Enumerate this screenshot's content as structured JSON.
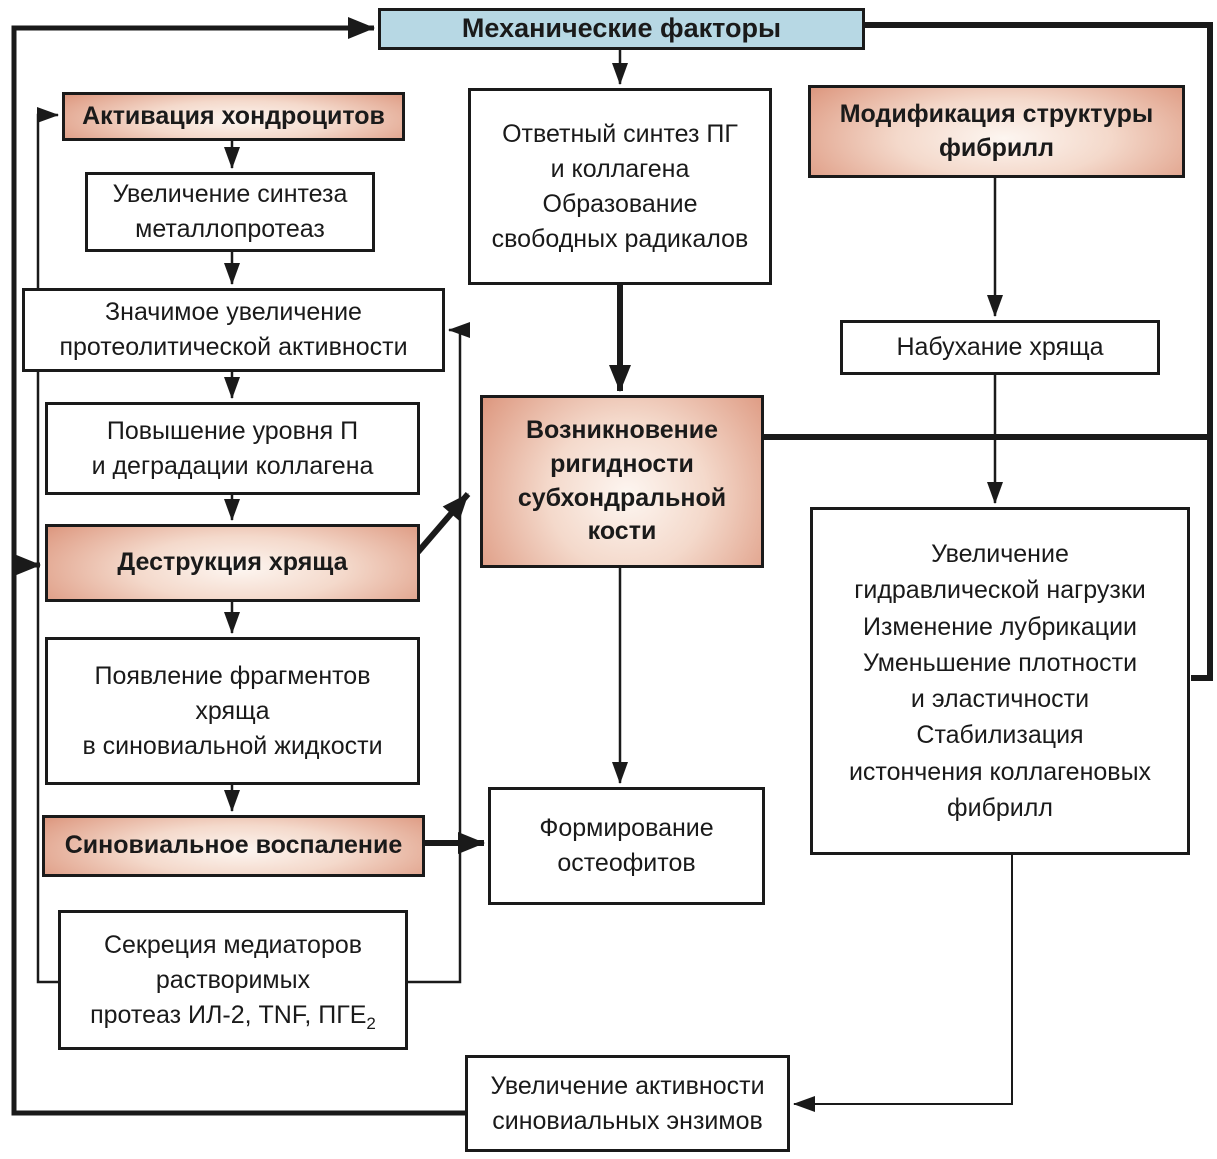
{
  "colors": {
    "box_blue": "#b7d8e4",
    "box_red_dark": "#b44f3b",
    "box_red_mid": "#cb7258",
    "box_red_light": "#fdf6f1",
    "line": "#1a1a1a",
    "text": "#1a1a1a",
    "bg": "#ffffff"
  },
  "boxes": {
    "mechanical_factors": {
      "label": "Механические факторы"
    },
    "chondrocyte_activation": {
      "label": "Активация хондроцитов"
    },
    "metalloprotease_synthesis": {
      "lines": [
        "Увеличение синтеза",
        "металлопротеаз"
      ]
    },
    "proteolytic_activity": {
      "lines": [
        "Значимое увеличение",
        "протеолитической активности"
      ]
    },
    "collagen_degradation": {
      "lines": [
        "Повышение уровня П",
        "и деградации коллагена"
      ]
    },
    "cartilage_destruction": {
      "label": "Деструкция хряща"
    },
    "cartilage_fragments": {
      "lines": [
        "Появление фрагментов",
        "хряща",
        "в синовиальной жидкости"
      ]
    },
    "synovial_inflammation": {
      "label": "Синовиальное воспаление"
    },
    "mediator_secretion": {
      "lines": [
        "Секреция медиаторов",
        "растворимых"
      ],
      "line_with_sub": {
        "text": "протеаз ИЛ-2, TNF, ПГЕ",
        "sub": "2"
      }
    },
    "response_synthesis": {
      "lines": [
        "Ответный синтез ПГ",
        "и коллагена",
        "Образование",
        "свободных радикалов"
      ]
    },
    "subchondral_rigidity": {
      "lines": [
        "Возникновение",
        "ригидности",
        "субхондральной",
        "кости"
      ]
    },
    "osteophyte_formation": {
      "lines": [
        "Формирование",
        "остеофитов"
      ]
    },
    "fibril_modification": {
      "lines": [
        "Модификация структуры",
        "фибрилл"
      ]
    },
    "cartilage_swelling": {
      "label": "Набухание хряща"
    },
    "hydraulic_load": {
      "lines": [
        "Увеличение",
        "гидравлической нагрузки",
        "Изменение лубрикации",
        "Уменьшение плотности",
        "и эластичности",
        "Стабилизация",
        "истончения коллагеновых",
        "фибрилл"
      ]
    },
    "synovial_enzymes": {
      "lines": [
        "Увеличение активности",
        "синовиальных энзимов"
      ]
    }
  }
}
